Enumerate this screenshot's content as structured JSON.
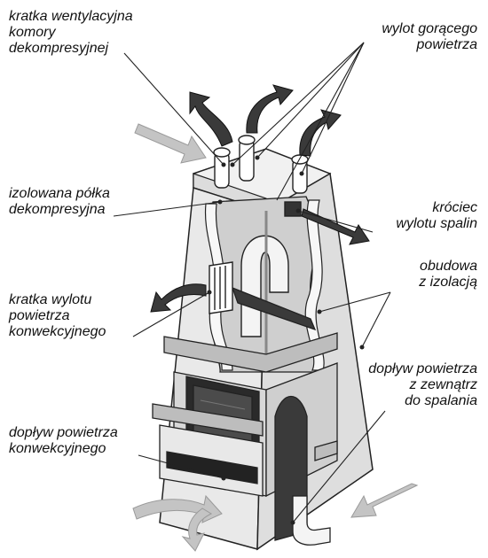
{
  "labels": {
    "vent_grille": [
      "kratka wentylacyjna",
      "komory",
      "dekompresyjnej"
    ],
    "hot_air_outlet": [
      "wylot gorącego",
      "powietrza"
    ],
    "insulated_shelf": [
      "izolowana półka",
      "dekompresyjna"
    ],
    "flue_stub": [
      "króciec",
      "wylotu spalin"
    ],
    "casing": [
      "obudowa",
      "z izolacją"
    ],
    "convection_grille": [
      "kratka wylotu",
      "powietrza",
      "konwekcyjnego"
    ],
    "outside_air": [
      "dopływ powietrza",
      "z zewnątrz",
      "do spalania"
    ],
    "convection_inlet": [
      "dopływ powietrza",
      "konwekcyjnego"
    ]
  },
  "colors": {
    "casing_fill": "#e6e6e6",
    "dark": "#2a2a2a",
    "arrow_light": "#bdbdbd",
    "arrow_dark": "#3a3a3a"
  }
}
